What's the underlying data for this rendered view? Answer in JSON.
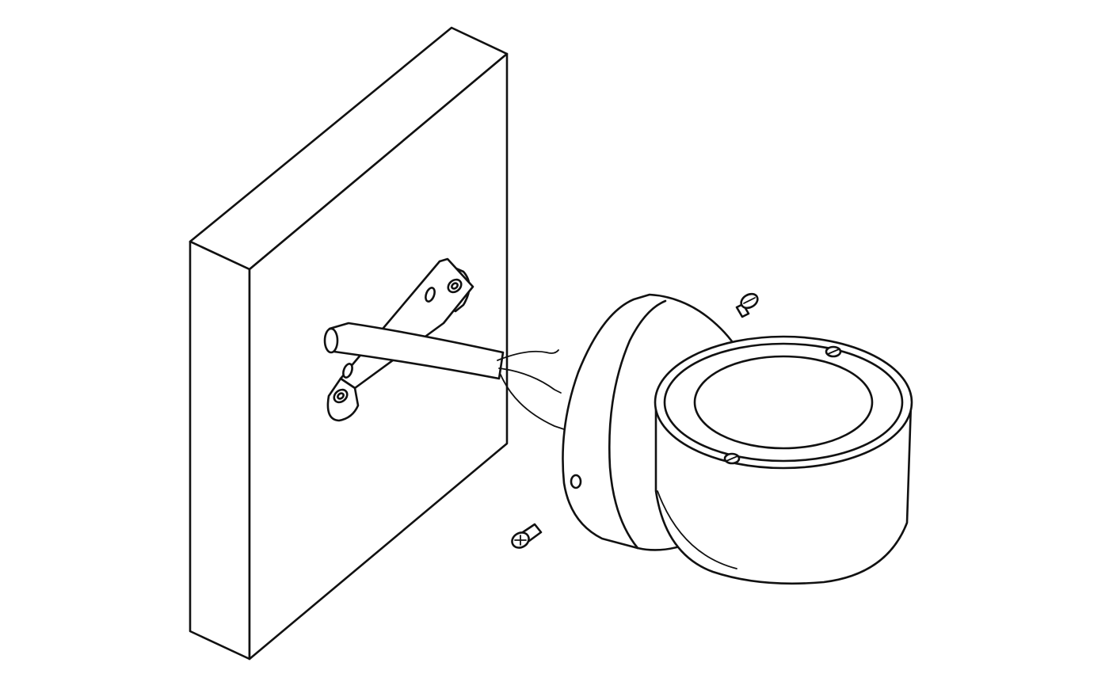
{
  "figure": {
    "type": "assembly-instruction-illustration",
    "background": "#ffffff",
    "line_color": "#111111",
    "parts": [
      {
        "id": "wall-panel",
        "icon": "wall-block"
      },
      {
        "id": "mounting-bracket",
        "icon": "bracket"
      },
      {
        "id": "mains-cable",
        "icon": "cable-with-three-wires"
      },
      {
        "id": "lamp-base",
        "icon": "round-mounting-base"
      },
      {
        "id": "lamp-head",
        "icon": "cylindrical-lamp-head"
      },
      {
        "id": "screw-top",
        "icon": "screw"
      },
      {
        "id": "screw-bottom",
        "icon": "screw"
      }
    ]
  }
}
